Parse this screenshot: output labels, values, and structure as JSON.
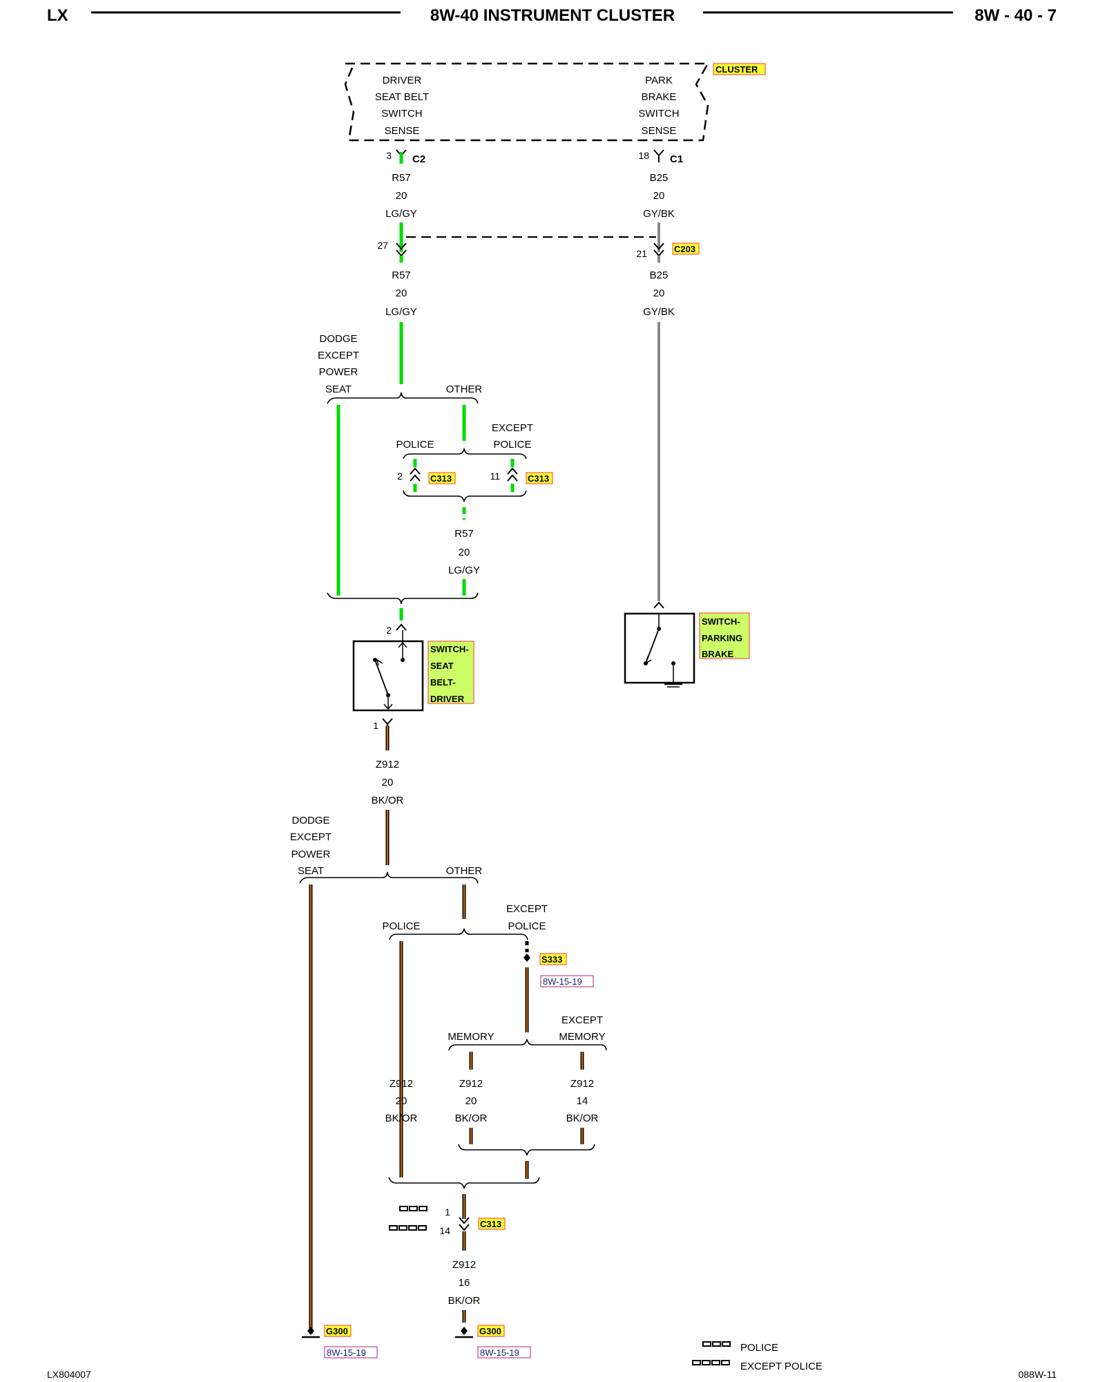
{
  "header": {
    "left": "LX",
    "title": "8W-40 INSTRUMENT CLUSTER",
    "right": "8W - 40 - 7"
  },
  "footer": {
    "left": "LX804007",
    "right": "088W-11"
  },
  "cluster": {
    "tag": "CLUSTER",
    "left_label": [
      "DRIVER",
      "SEAT BELT",
      "SWITCH",
      "SENSE"
    ],
    "right_label": [
      "PARK",
      "BRAKE",
      "SWITCH",
      "SENSE"
    ],
    "left_pin": "3",
    "left_conn": "C2",
    "right_pin": "18",
    "right_conn": "C1"
  },
  "wires": {
    "r57_a": [
      "R57",
      "20",
      "LG/GY"
    ],
    "b25_a": [
      "B25",
      "20",
      "GY/BK"
    ],
    "r57_b": [
      "R57",
      "20",
      "LG/GY"
    ],
    "b25_b": [
      "B25",
      "20",
      "GY/BK"
    ],
    "r57_c": [
      "R57",
      "20",
      "LG/GY"
    ],
    "z912_a": [
      "Z912",
      "20",
      "BK/OR"
    ],
    "z912_b": [
      "Z912",
      "20",
      "BK/OR"
    ],
    "z912_c": [
      "Z912",
      "20",
      "BK/OR"
    ],
    "z912_d": [
      "Z912",
      "14",
      "BK/OR"
    ],
    "z912_e": [
      "Z912",
      "16",
      "BK/OR"
    ]
  },
  "c203": {
    "pin_left": "27",
    "pin_right": "21",
    "tag": "C203"
  },
  "branch1": {
    "left": [
      "DODGE",
      "EXCEPT",
      "POWER",
      "SEAT"
    ],
    "right": "OTHER",
    "police": "POLICE",
    "except_police": [
      "EXCEPT",
      "POLICE"
    ],
    "pin_police": "2",
    "pin_except": "11",
    "c313_police": "C313",
    "c313_except": "C313"
  },
  "seatbelt_switch": {
    "pin_top": "2",
    "pin_bottom": "1",
    "tag": [
      "SWITCH-",
      "SEAT",
      "BELT-",
      "DRIVER"
    ]
  },
  "parking_switch": {
    "tag": [
      "SWITCH-",
      "PARKING",
      "BRAKE"
    ]
  },
  "branch2": {
    "left": [
      "DODGE",
      "EXCEPT",
      "POWER",
      "SEAT"
    ],
    "right": "OTHER",
    "police": "POLICE",
    "except_police": [
      "EXCEPT",
      "POLICE"
    ],
    "s333": "S333",
    "s333_ref": "8W-15-19",
    "memory": "MEMORY",
    "except_memory": [
      "EXCEPT",
      "MEMORY"
    ]
  },
  "c313_bottom": {
    "pin_police": "1",
    "pin_except": "14",
    "tag": "C313"
  },
  "grounds": {
    "left_tag": "G300",
    "left_ref": "8W-15-19",
    "right_tag": "G300",
    "right_ref": "8W-15-19"
  },
  "legend": {
    "police": "POLICE",
    "except_police": "EXCEPT POLICE"
  },
  "colors": {
    "lg_gy_wire": "#00dd00",
    "gy_bk_wire": "#888888",
    "bk_or_wire_core": "#000000",
    "bk_or_wire_stripe": "#ff8800",
    "tag_fill": "#ffff33",
    "tag_border": "#ff3333",
    "component_fill": "#ccff66"
  }
}
